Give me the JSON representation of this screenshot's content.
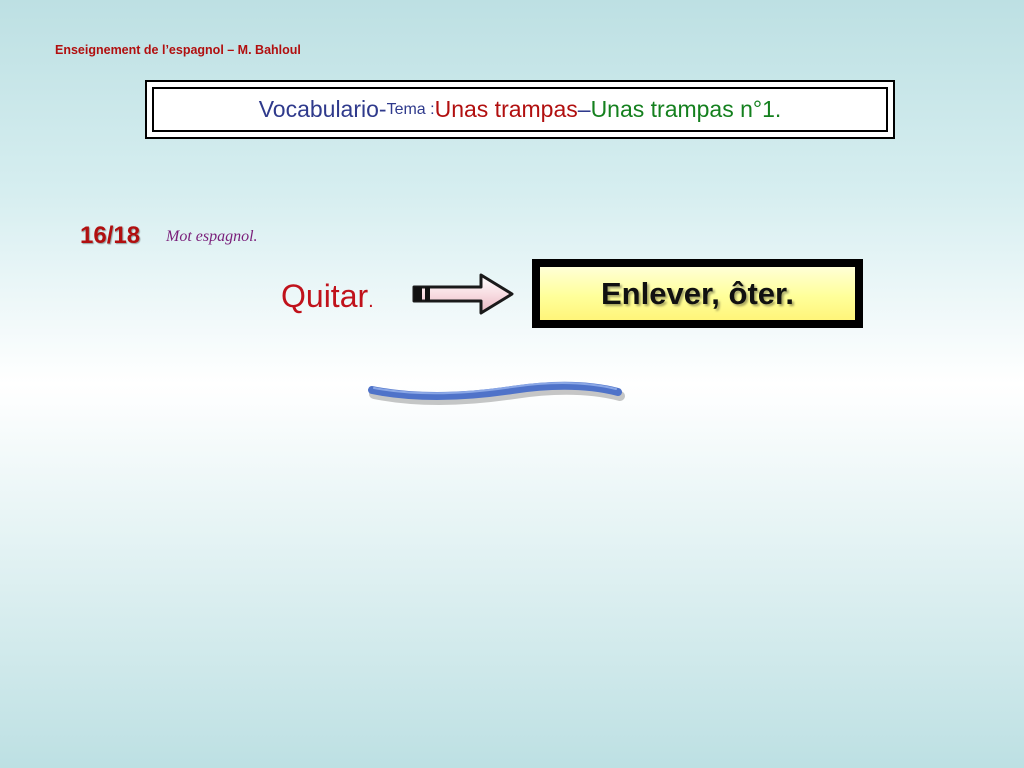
{
  "header": {
    "author": "Enseignement de l’espagnol – M. Bahloul"
  },
  "title": {
    "vocab": "Vocabulario",
    "dash": " - ",
    "tema": "Tema : ",
    "unas": "Unas trampas",
    "ndash": " – ",
    "n1": "Unas trampas n°1."
  },
  "slide": {
    "counter": "16/18",
    "caption": "Mot espagnol.",
    "word": "Quitar",
    "word_dot": ".",
    "translation": "Enlever, ôter."
  },
  "colors": {
    "red": "#b10f0f",
    "navy": "#2f3a8c",
    "green": "#14801e",
    "purple": "#7a1f7a",
    "stroke_blue": "#4f73c9",
    "answer_yellow": "#ffff9a"
  },
  "icons": {
    "arrow": "right-arrow-icon",
    "stroke": "brush-stroke-decoration"
  }
}
